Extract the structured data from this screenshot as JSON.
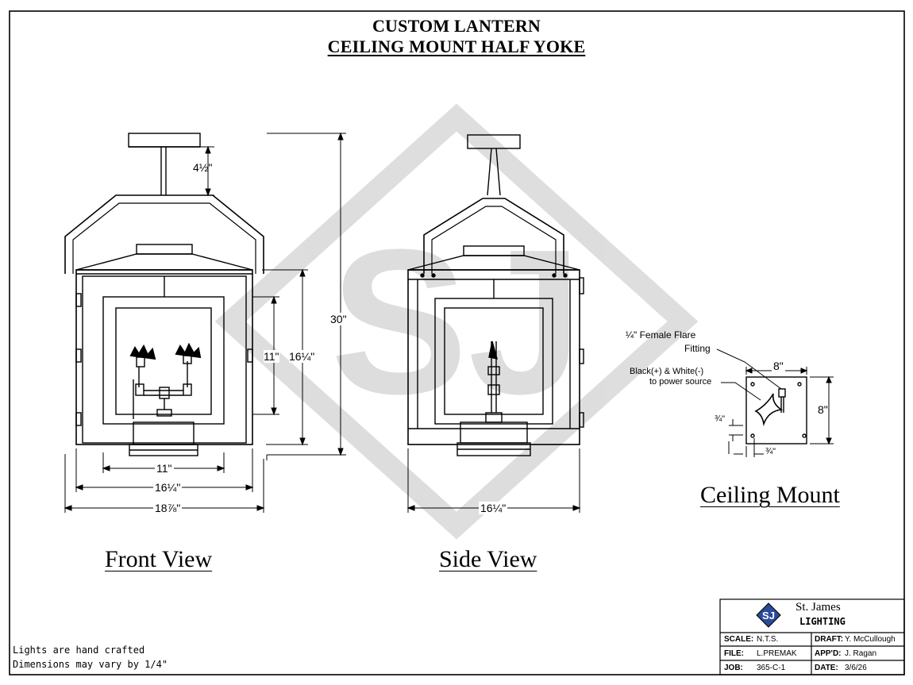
{
  "title_line1": "CUSTOM LANTERN",
  "title_line2": "CEILING MOUNT HALF YOKE",
  "views": {
    "front_label": "Front View",
    "side_label": "Side View",
    "mount_label": "Ceiling Mount"
  },
  "dimensions": {
    "front_stem": "4½\"",
    "front_inner_height": "11\"",
    "front_outer_height": "16¼\"",
    "overall_height": "30\"",
    "front_inner_width": "11\"",
    "front_body_width": "16¼\"",
    "front_overall_width": "18⅞\"",
    "side_width": "16¼\"",
    "mount_width": "8\"",
    "mount_height": "8\"",
    "mount_offset_v": "¾\"",
    "mount_offset_h": "¾\""
  },
  "callouts": {
    "flare_line1": "¼\" Female Flare",
    "flare_line2": "Fitting",
    "wire_line1": "Black(+) & White(-)",
    "wire_line2": "to power source"
  },
  "notes": {
    "line1": "Lights are hand crafted",
    "line2": "Dimensions may vary by 1/4\""
  },
  "title_block": {
    "company_line1": "St. James",
    "company_line2": "LIGHTING",
    "scale_label": "SCALE:",
    "scale_value": "N.T.S.",
    "draft_label": "DRAFT:",
    "draft_value": "Y. McCullough",
    "file_label": "FILE:",
    "file_value": "L.PREMAK",
    "appd_label": "APP'D:",
    "appd_value": "J. Ragan",
    "job_label": "JOB:",
    "job_value": "365-C-1",
    "date_label": "DATE:",
    "date_value": "3/6/26"
  },
  "watermark_text": "SJ",
  "logo_text": "SJ"
}
